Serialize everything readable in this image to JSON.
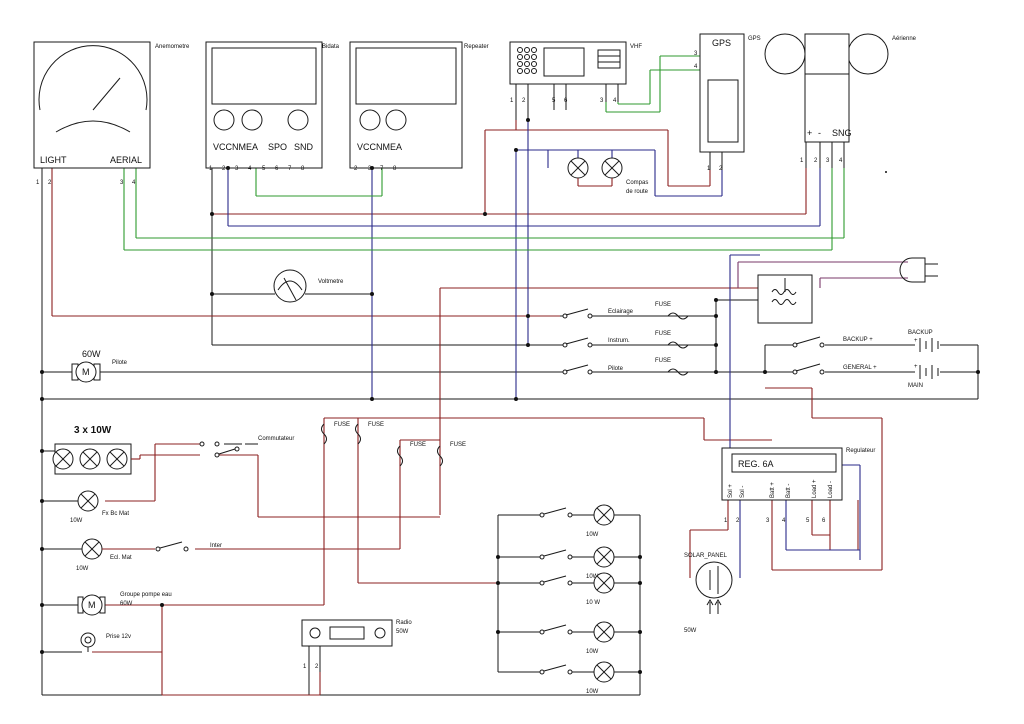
{
  "colors": {
    "wire_red": "#8b2020",
    "wire_blue": "#2a2a8a",
    "wire_green": "#2f9a2f",
    "wire_black": "#1a1a1a",
    "wire_purple": "#7a3a6a"
  },
  "anemometre": {
    "title": "Anemometre",
    "light": "LIGHT",
    "aerial": "AERIAL",
    "pins": [
      "1",
      "2",
      "3",
      "4"
    ]
  },
  "bidata": {
    "title": "Bidata",
    "labels": [
      "VCC",
      "NMEA",
      "SPO",
      "SND"
    ],
    "pins": [
      "1",
      "2",
      "3",
      "4",
      "5",
      "6",
      "7",
      "8"
    ]
  },
  "repeater": {
    "title": "Repeater",
    "labels": [
      "VCC",
      "NMEA"
    ],
    "pins": [
      "2",
      "3",
      "7",
      "8"
    ]
  },
  "vhf": {
    "title": "VHF",
    "pins": [
      "1",
      "2",
      "5",
      "6",
      "3",
      "4"
    ]
  },
  "gps": {
    "title": "GPS",
    "side_title": "GPS",
    "pins": [
      "3",
      "4",
      "1",
      "2"
    ]
  },
  "aerienne": {
    "title": "Aérienne",
    "sng": "SNG",
    "plus": "+",
    "minus": "-",
    "pins": [
      "1",
      "2",
      "3",
      "4"
    ]
  },
  "compas": {
    "label_1": "Compas",
    "label_2": "de route"
  },
  "voltmetre": {
    "label": "Voltmetre"
  },
  "pilote_motor": {
    "power": "60W",
    "label": "Pilote",
    "symbol": "M"
  },
  "switches": {
    "eclairage": "Eclairage",
    "instrum": "Instrum.",
    "pilote": "Pilote"
  },
  "fuse_label": "FUSE",
  "battery": {
    "backup_line": "BACKUP +",
    "backup": "BACKUP",
    "general_line": "GENERAL +",
    "main": "MAIN",
    "plus": "+"
  },
  "lamps_group": {
    "label": "3 x 10W"
  },
  "commutateur": {
    "label": "Commutateur"
  },
  "fx_bc": {
    "label": "Fx Bc Mat",
    "power": "10W"
  },
  "ecl_mat": {
    "label": "Ecl. Mat",
    "power": "10W"
  },
  "inter": {
    "label": "Inter"
  },
  "pompe": {
    "label": "Groupe pompe eau",
    "power": "60W",
    "symbol": "M"
  },
  "prise": {
    "label": "Prise 12v"
  },
  "radio": {
    "label": "Radio",
    "power": "50W",
    "pins": [
      "1",
      "2"
    ]
  },
  "regulateur": {
    "label": "Regulateur",
    "display": "REG. 6A",
    "pins_labels": [
      "Sol +",
      "Sol -",
      "Batt +",
      "Batt -",
      "Load +",
      "Load -"
    ],
    "pins": [
      "1",
      "2",
      "3",
      "4",
      "5",
      "6"
    ]
  },
  "solar": {
    "label": "SOLAR_PANEL",
    "power": "50W"
  },
  "right_lamps": {
    "powers": [
      "10W",
      "10W",
      "10W",
      "10 W",
      "10W"
    ]
  }
}
